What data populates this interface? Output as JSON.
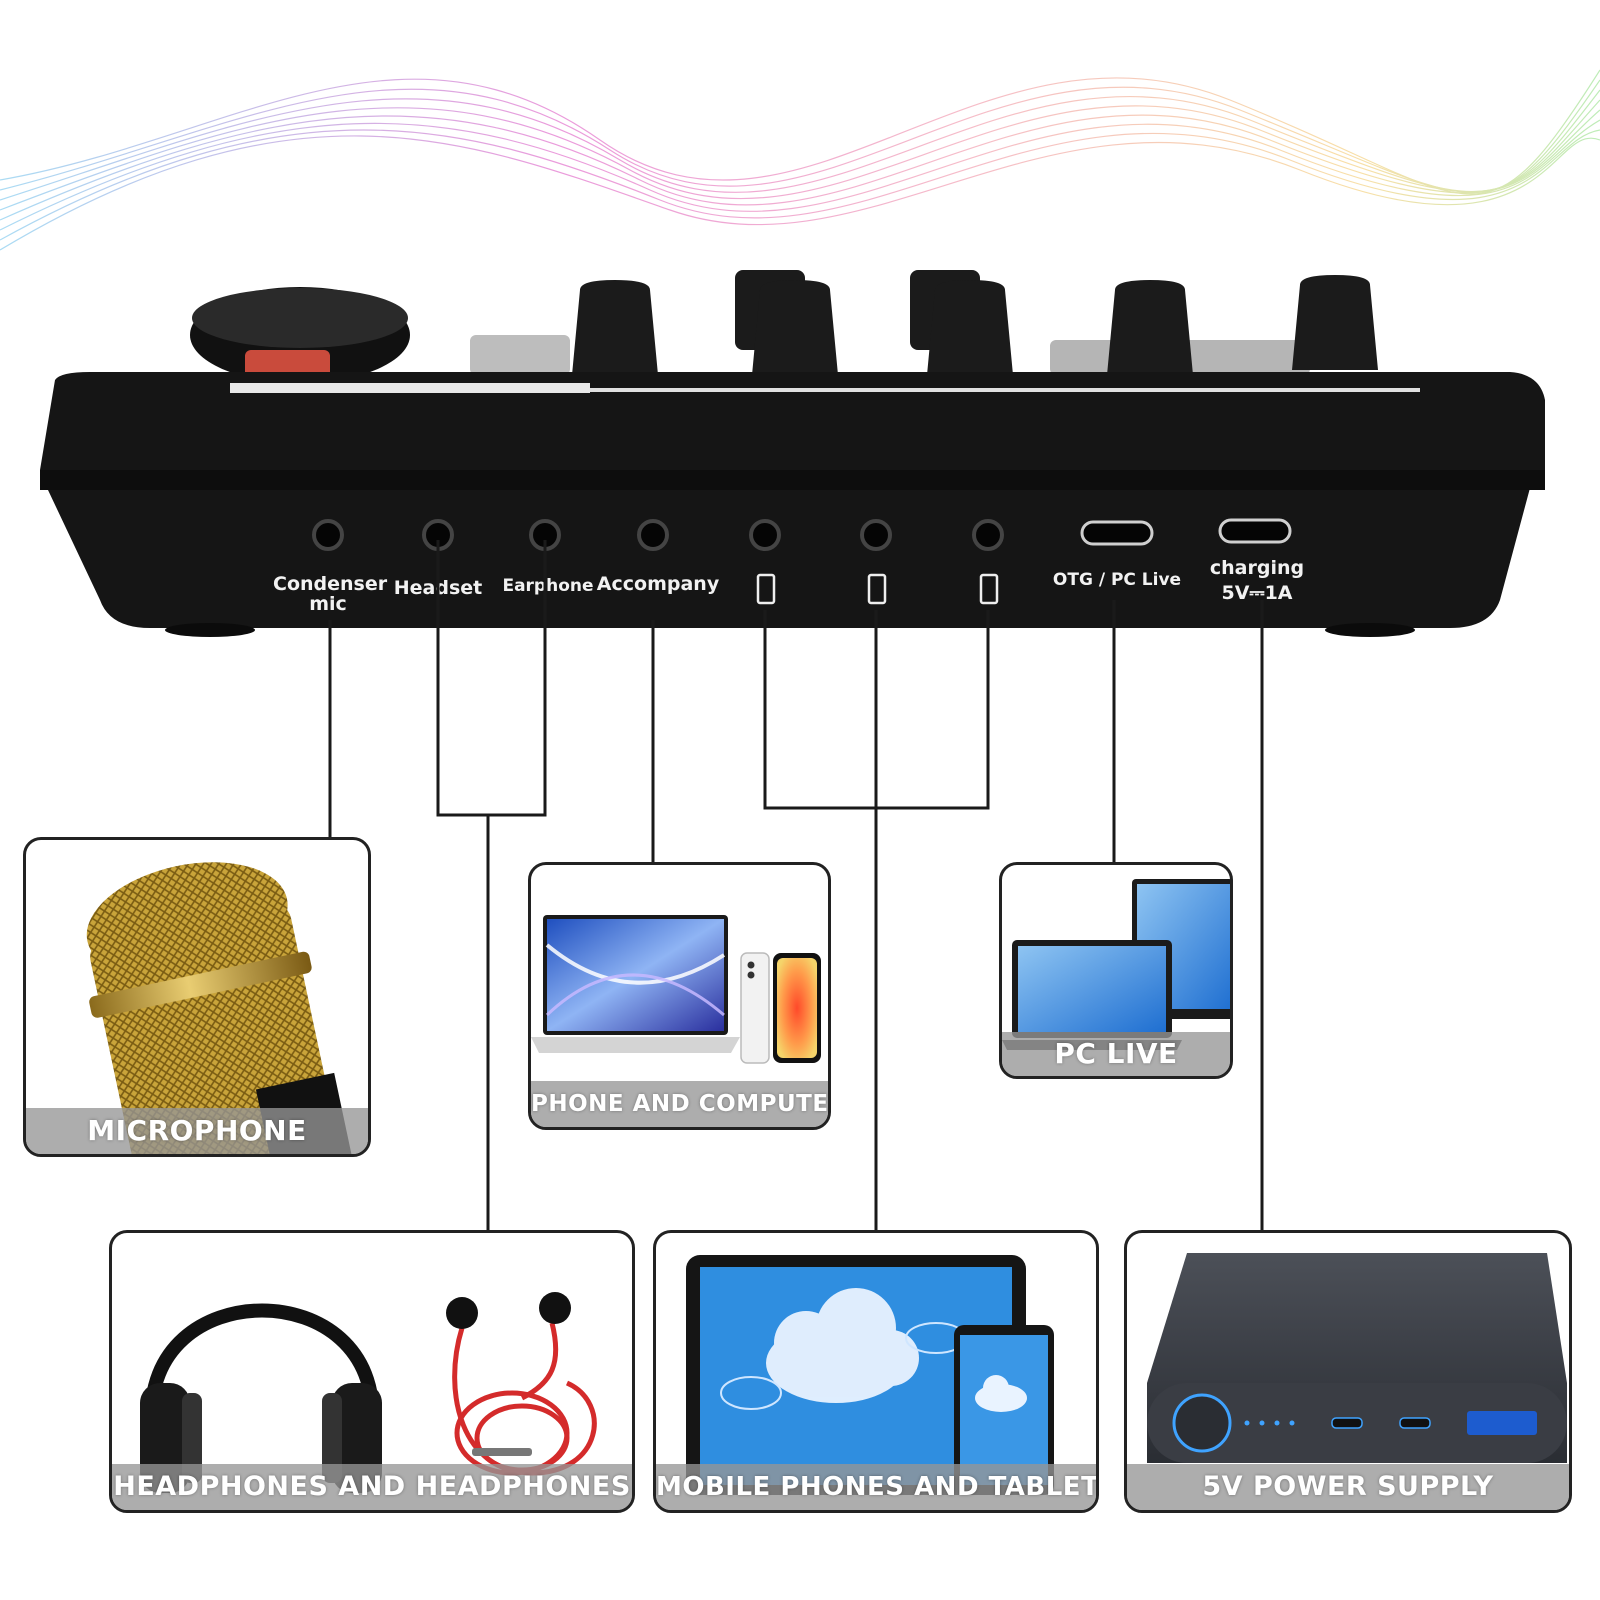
{
  "device": {
    "ports": [
      {
        "id": "condenser-mic",
        "label": "Condenser mic"
      },
      {
        "id": "headset",
        "label": "Headset"
      },
      {
        "id": "earphone",
        "label": "Earphone"
      },
      {
        "id": "accompany",
        "label": "Accompany"
      },
      {
        "id": "phone-1",
        "label": "phone-icon"
      },
      {
        "id": "phone-2",
        "label": "phone-icon"
      },
      {
        "id": "phone-3",
        "label": "phone-icon"
      },
      {
        "id": "otg",
        "label": "OTG / PC Live"
      },
      {
        "id": "charging",
        "label_line1": "charging",
        "label_line2": "5V⎓1A"
      }
    ]
  },
  "cards": {
    "microphone": {
      "caption": "MICROPHONE"
    },
    "phone_computer": {
      "caption": "PHONE AND COMPUTER"
    },
    "pc_live": {
      "caption": "PC LIVE"
    },
    "headphones": {
      "caption": "HEADPHONES AND HEADPHONES"
    },
    "mobile_tablets": {
      "caption": "MOBILE PHONES AND TABLETS"
    },
    "power": {
      "caption": "5V POWER SUPPLY"
    }
  },
  "colors": {
    "device_body": "#141414",
    "wire": "#1a1a1a",
    "caption_band": "#969696",
    "mic_gold": "#c9a43a",
    "screen_blue": "#2f8ee0",
    "cable_red": "#d42b2b",
    "powerbank": "#3d4047"
  }
}
